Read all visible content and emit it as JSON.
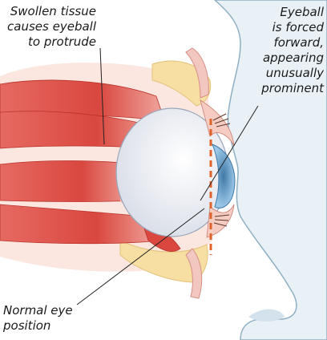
{
  "labels": {
    "swollen": "Swollen tissue\ncauses eyeball\nto protrude",
    "eyeball": "Eyeball\nis forced\nforward,\nappearing\nunusually\nprominent",
    "normal": "Normal eye\nposition"
  },
  "colors": {
    "skin": "#e9f1f6",
    "skin_outline": "#8fb0c4",
    "fat": "#f7dfa3",
    "muscle": "#d9473f",
    "muscle_light": "#f1a39a",
    "sclera": "#f4f6fa",
    "iris": "#6fa8d6",
    "dashed_line": "#e0632a",
    "leader": "#222222"
  }
}
